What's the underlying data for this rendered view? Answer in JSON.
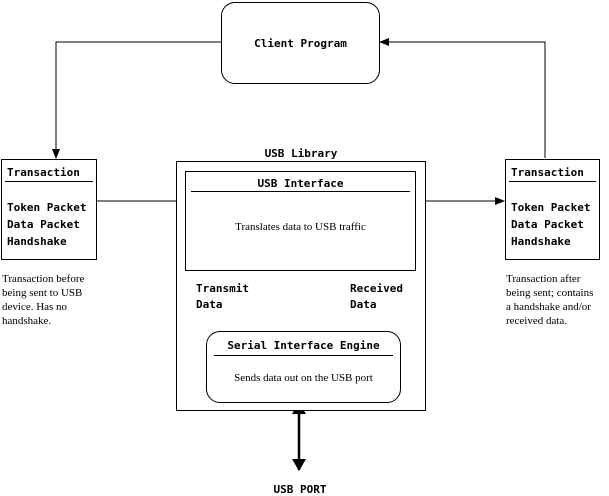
{
  "client": {
    "label": "Client Program"
  },
  "library": {
    "label": "USB Library"
  },
  "usb_interface": {
    "title": "USB Interface",
    "description": "Translates data to USB traffic"
  },
  "sie": {
    "title": "Serial Interface Engine",
    "description": "Sends data out on the USB port"
  },
  "transmit": {
    "line1": "Transmit",
    "line2": "Data"
  },
  "received": {
    "line1": "Received",
    "line2": "Data"
  },
  "left_transaction": {
    "title": "Transaction",
    "items": [
      "Token Packet",
      "Data Packet",
      "Handshake"
    ],
    "note": [
      "Transaction before",
      "being sent to USB",
      "device. Has no",
      "handshake."
    ]
  },
  "right_transaction": {
    "title": "Transaction",
    "items": [
      "Token Packet",
      "Data Packet",
      "Handshake"
    ],
    "note": [
      "Transaction after",
      "being sent; contains",
      "a handshake and/or",
      "received data."
    ]
  },
  "port": {
    "label": "USB PORT"
  }
}
